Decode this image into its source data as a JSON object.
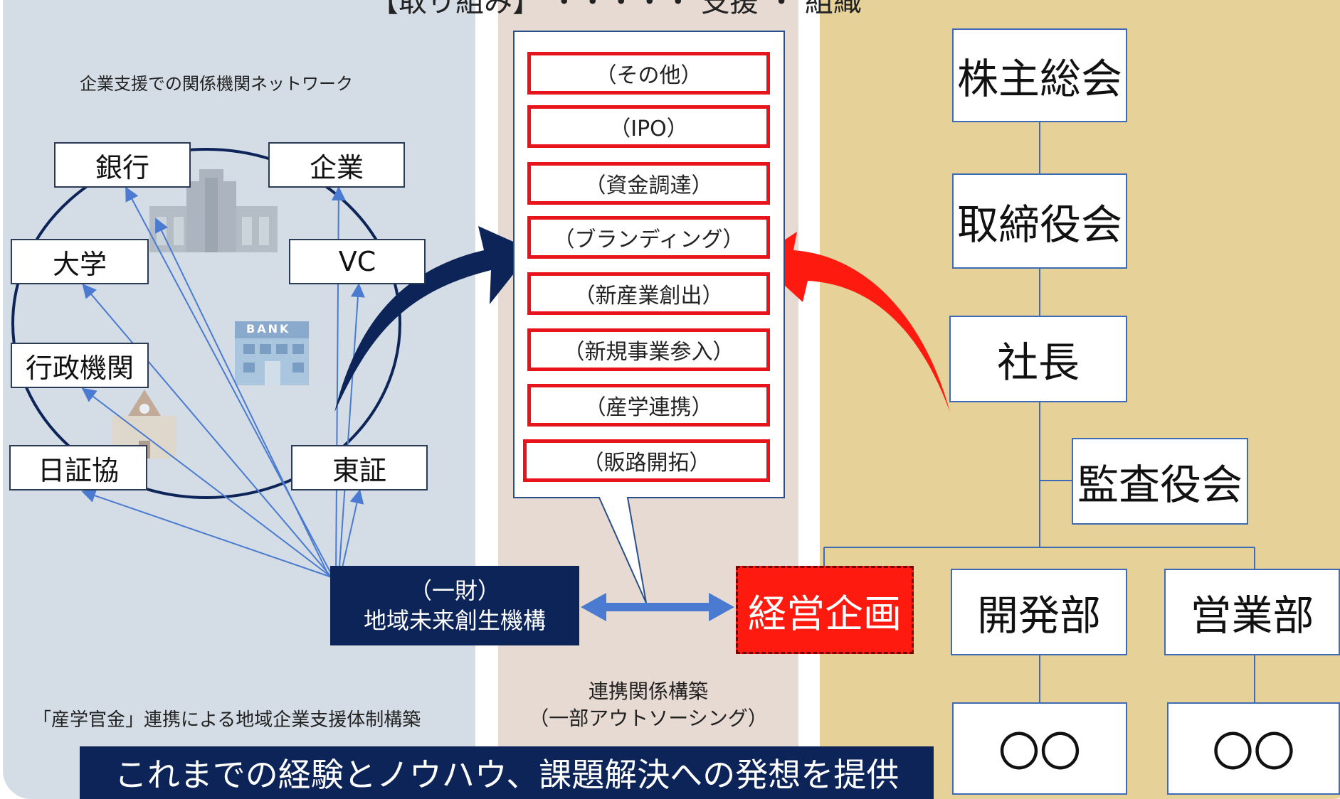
{
  "colors": {
    "left_panel": "#d4dde6",
    "middle_panel": "#e6dad2",
    "right_panel": "#e6d298",
    "navy": "#0c2458",
    "red": "#ff1a10",
    "connector": "#4a7bd0"
  },
  "top_title": "【取り組み】 ・・・・・ 支援 ・ 組織",
  "network": {
    "title": "企業支援での関係機関ネットワーク",
    "nodes": [
      "銀行",
      "企業",
      "大学",
      "VC",
      "行政機関",
      "日証協",
      "東証"
    ],
    "bank_sign": "BANK",
    "hub": {
      "line1": "（一財）",
      "line2": "地域未来創生機構"
    },
    "caption": "「産学官金」連携による地域企業支援体制構築"
  },
  "services": [
    "（その他）",
    "（IPO）",
    "（資金調達）",
    "（ブランディング）",
    "（新産業創出）",
    "（新規事業参入）",
    "（産学連携）",
    "（販路開拓）"
  ],
  "middle_caption": {
    "line1": "連携関係構築",
    "line2": "（一部アウトソーシング）"
  },
  "keiei": "経営企画",
  "org": {
    "shareholders": "株主総会",
    "board": "取締役会",
    "president": "社長",
    "auditors": "監査役会",
    "dev": "開発部",
    "sales": "営業部",
    "sub1": "〇〇",
    "sub2": "〇〇"
  },
  "banner": "これまでの経験とノウハウ、課題解決への発想を提供"
}
